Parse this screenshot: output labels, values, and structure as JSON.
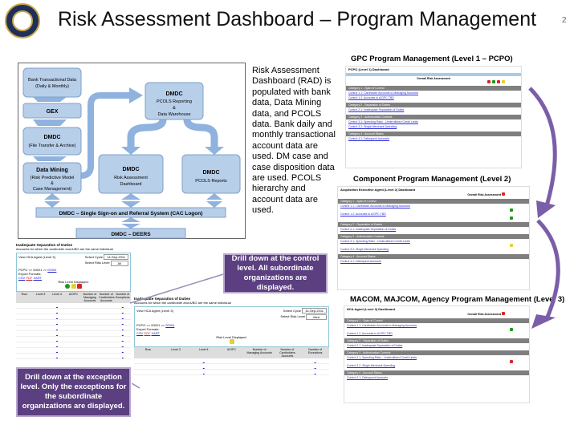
{
  "slide": {
    "title": "Risk Assessment Dashboard – Program Management",
    "number": "2"
  },
  "diagram": {
    "nodes": [
      "Bank Transactional Data",
      "(Daily & Monthly)",
      "GEX",
      "DMDC",
      "(File Transfer & Archive)",
      "Data Mining",
      "(Risk Predictive Model",
      "&",
      "Case Management)",
      "DMDC",
      "PCOLS Reporting",
      "&",
      "Data Warehouse",
      "DMDC",
      "Risk Assessment",
      "Dashboard",
      "DMDC",
      "PCOLS Reports",
      "DMDC – Single Sign-on and Referral System (CAC Logon)",
      "DMDC – DEERS"
    ]
  },
  "description": "Risk Assessment Dashboard (RAD) is populated with bank data, Data Mining data, and PCOLS data.  Bank daily and monthly transactional account data are used.  DM case and case disposition data are used.  PCOLS hierarchy and account data are used.",
  "levels": [
    {
      "heading": "GPC Program Management (Level 1 – PCPO)",
      "dash_title": "PCPO (Level 1) Dashboard",
      "overall": "Overall Risk Assessment"
    },
    {
      "heading": "Component Program Management (Level 2)",
      "dash_title": "Acquisition Executive Agent (Level 2) Dashboard",
      "overall": "Overall Risk Assessment"
    },
    {
      "heading": "MACOM, MAJCOM, Agency Program Management (Level 3)",
      "dash_title": "HCA Agent (Level 3) Dashboard",
      "overall": "Overall Risk Assessment"
    }
  ],
  "categories": [
    "Category 1 - Span of Control",
    "Category 2 - Separation of Duties",
    "Category 3 - Authorization Controls",
    "Category 4 - Account Status"
  ],
  "controls": [
    "Control 1.1: Cardholder Accounts to Managing Accounts",
    "Control 1.2: Accounts to A/OPC TBD",
    "Control 2.1: Inadequate Separation of Duties",
    "Control 3.1: Spending Ratio - Underutilized Credit Limits",
    "Control 3.2: Single Merchant Spending",
    "Control 4.1: Delinquent Accounts"
  ],
  "drill": {
    "title": "Inadequate Separation of Duties",
    "subtitle": "Accounts for which the cardholder and A/BO are the same individual",
    "view": "View HCA Agent (Level 3)",
    "select_cycle": "Select Cycle",
    "cycle_value": "14-Sep-2011",
    "select_risk": "Select Risk Level",
    "risk_value_all": "All",
    "risk_value_med": "Med",
    "path": "PCPO >> 00021 >> ",
    "path_link": "00004",
    "export": "Export Formats:",
    "formats": [
      "CSV",
      "PDF",
      "XART"
    ],
    "risk_displayed": "Risk Level Displayed:",
    "columns": [
      "Row",
      "Level 3",
      "Level 4",
      "A/OPC",
      "Number of Managing Accounts",
      "Number of Cardholders Accounts",
      "Number of Exceptions"
    ]
  },
  "callouts": {
    "control": "Drill down at the control level.  All subordinate organizations are displayed.",
    "exception": "Drill down at the exception level.  Only the exceptions for the subordinate organizations are displayed."
  },
  "colors": {
    "callout": "#5b3f80",
    "node": "#b8cfe9",
    "arrow": "#7fa7d8",
    "curve": "#7a5ea8"
  }
}
